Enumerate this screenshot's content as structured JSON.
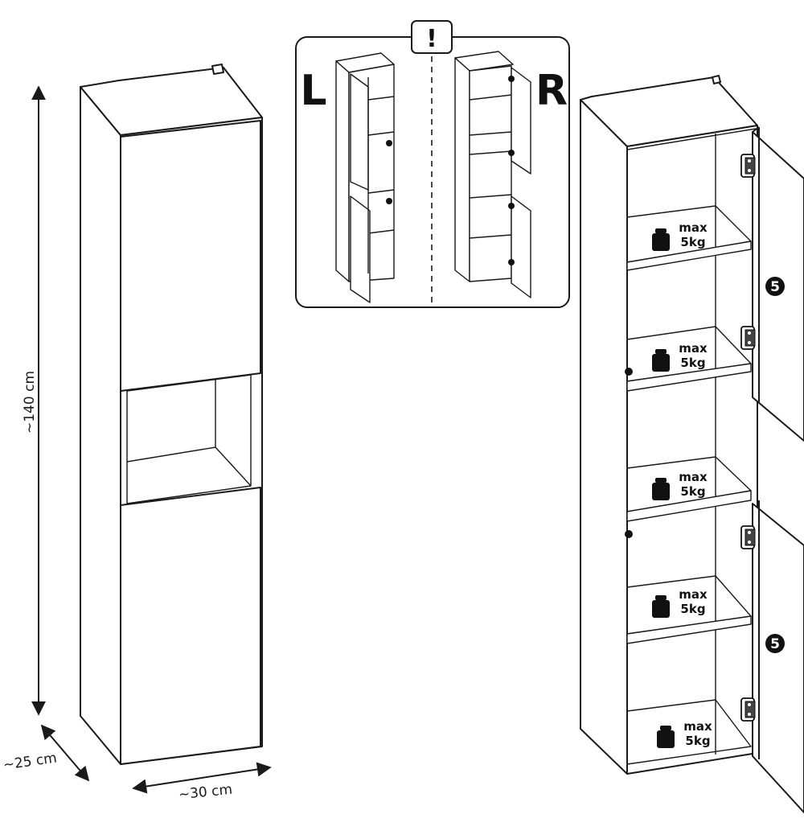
{
  "dimensions": {
    "height_label": "~140 cm",
    "depth_label": "~25 cm",
    "width_label": "~30 cm"
  },
  "orientation": {
    "warning_mark": "!",
    "left_label": "L",
    "right_label": "R"
  },
  "shelves": [
    {
      "max_label": "max",
      "load_label": "5kg"
    },
    {
      "max_label": "max",
      "load_label": "5kg"
    },
    {
      "max_label": "max",
      "load_label": "5kg"
    },
    {
      "max_label": "max",
      "load_label": "5kg"
    },
    {
      "max_label": "max",
      "load_label": "5kg"
    }
  ],
  "step_badges": [
    "5",
    "5"
  ]
}
